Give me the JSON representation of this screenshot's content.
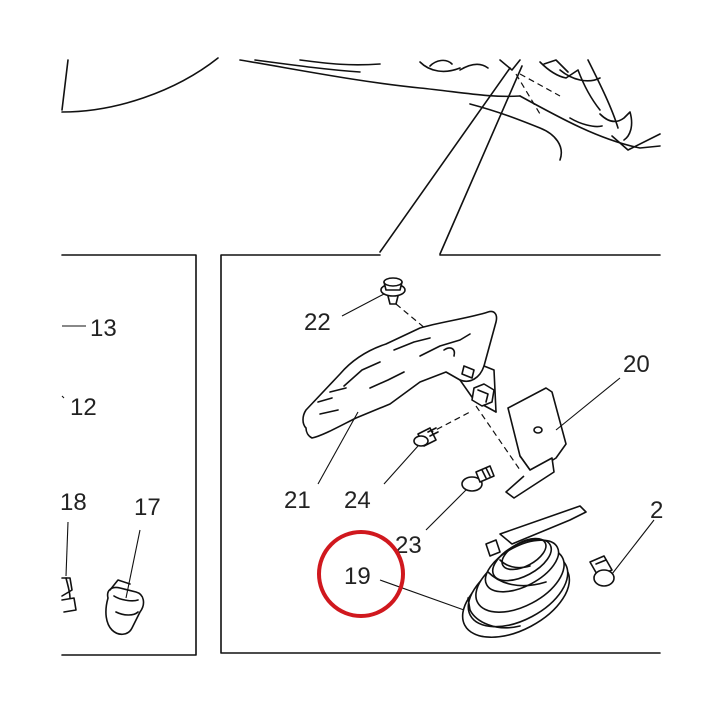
{
  "callouts": {
    "c13": "13",
    "c12": "12",
    "c18": "18",
    "c17": "17",
    "c22": "22",
    "c20": "20",
    "c21": "21",
    "c24": "24",
    "c23": "23",
    "c19": "19",
    "c2": "2"
  },
  "highlight": {
    "color": "#d0181e",
    "target": "19"
  }
}
